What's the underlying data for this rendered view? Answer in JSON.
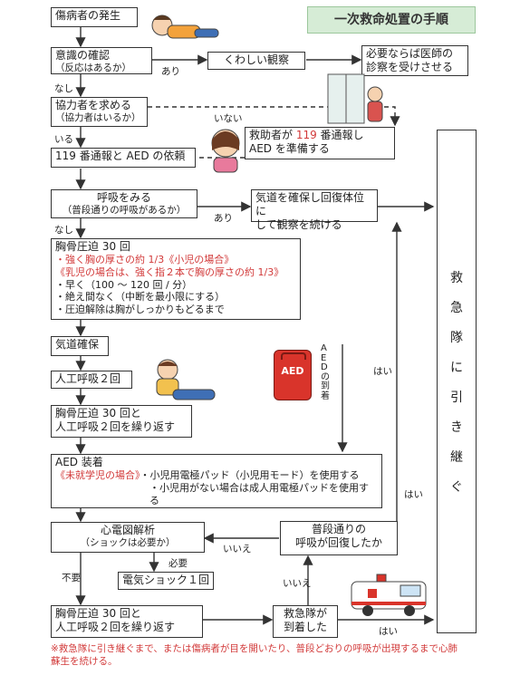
{
  "title": "一次救命処置の手順",
  "nodes": {
    "occurrence": "傷病者の発生",
    "check_line1": "意識の確認",
    "check_line2": "（反応はあるか）",
    "detail_obs": "くわしい観察",
    "doctor_line1": "必要ならば医師の",
    "doctor_line2": "診察を受けさせる",
    "helper_line1": "協力者を求める",
    "helper_line2": "（協力者はいるか）",
    "rescuer_line1_pre": "救助者が ",
    "rescuer_line1_num": "119",
    "rescuer_line1_post": " 番通報し",
    "rescuer_line2": "AED を準備する",
    "call119": "119 番通報と AED の依頼",
    "breath_line1": "呼吸をみる",
    "breath_line2": "（普段通りの呼吸があるか）",
    "airway_line1": "気道を確保し回復体位に",
    "airway_line2": "して観察を続ける",
    "cpr_title": "胸骨圧迫 30 回",
    "cpr_b1": "・強く胸の厚さの約 1/3《小児の場合》",
    "cpr_b2": "《乳児の場合は、強く指２本で胸の厚さの約 1/3》",
    "cpr_b3": "・早く（100 〜 120 回 / 分）",
    "cpr_b4": "・絶え間なく（中断を最小限にする）",
    "cpr_b5": "・圧迫解除は胸がしっかりもどるまで",
    "open_airway": "気道確保",
    "rescue_breath": "人工呼吸２回",
    "repeat1_line1": "胸骨圧迫 30 回と",
    "repeat1_line2": "人工呼吸２回を繰り返す",
    "aed_title": "AED 装着",
    "aed_child": "《未就学児の場合》",
    "aed_note1": "・小児用電極パッド（小児用モード）を使用する",
    "aed_note2": "・小児用がない場合は成人用電極パッドを使用する",
    "ecg_line1": "心電図解析",
    "ecg_line2": "（ショックは必要か）",
    "normal_line1": "普段通りの",
    "normal_line2": "呼吸が回復したか",
    "shock": "電気ショック１回",
    "repeat2_line1": "胸骨圧迫 30 回と",
    "repeat2_line2": "人工呼吸２回を繰り返す",
    "ems_line1": "救急隊が",
    "ems_line2": "到着した"
  },
  "handover_chars": [
    "救",
    "急",
    "隊",
    "に",
    "引",
    "き",
    "継",
    "ぐ"
  ],
  "edge_labels": {
    "ari1": "あり",
    "nashi1": "なし",
    "inai": "いない",
    "iru": "いる",
    "ari2": "あり",
    "nashi2": "なし",
    "aed_arrival": "AEDの到着",
    "hai1": "はい",
    "hai2": "はい",
    "iie1": "いいえ",
    "iie2": "いいえ",
    "hitsuyou": "必要",
    "fuyou": "不要",
    "hai3": "はい"
  },
  "aed_device_label": "AED",
  "footnote": "※救急隊に引き継ぐまで、または傷病者が目を開いたり、普段どおりの呼吸が出現するまで心肺蘇生を続ける。",
  "colors": {
    "title_bg": "#d6ecd6",
    "accent_red": "#d23a3a",
    "line": "#333333",
    "aed_red": "#d9342b"
  }
}
